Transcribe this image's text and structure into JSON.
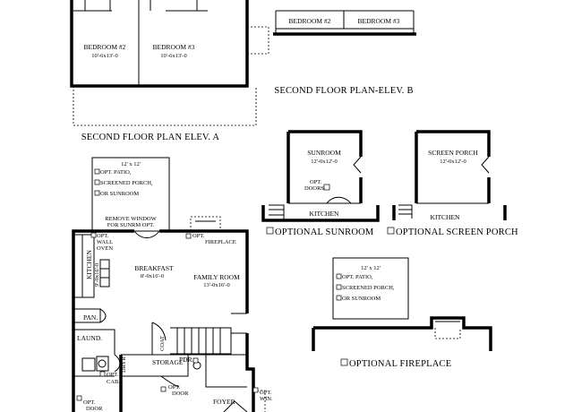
{
  "captions": {
    "second_floor_a": "SECOND FLOOR PLAN ELEV. A",
    "second_floor_b": "SECOND FLOOR PLAN-ELEV. B",
    "optional_sunroom": "OPTIONAL SUNROOM",
    "optional_screen_porch": "OPTIONAL SCREEN PORCH",
    "optional_fireplace": "OPTIONAL FIREPLACE"
  },
  "plan_a": {
    "bedroom2": {
      "name": "BEDROOM #2",
      "dim": "10'-6x13'-0"
    },
    "bedroom3": {
      "name": "BEDROOM #3",
      "dim": "10'-6x13'-0"
    }
  },
  "plan_b": {
    "bedroom2": "BEDROOM #2",
    "bedroom3": "BEDROOM #3"
  },
  "sunroom": {
    "name": "SUNROOM",
    "dim": "12'-0x12'-0",
    "opt_doors_1": "OPT.",
    "opt_doors_2": "DOORS",
    "kitchen": "KITCHEN"
  },
  "screen_porch": {
    "name": "SCREEN PORCH",
    "dim": "12'-0x12'-0",
    "kitchen": "KITCHEN"
  },
  "main_options": {
    "size": "12' x 12'",
    "opt1": "OPT. PATIO,",
    "opt2": "SCREENED PORCH,",
    "opt3": "OR SUNROOM"
  },
  "fireplace_options": {
    "size": "12' x 12'",
    "opt1": "OPT. PATIO,",
    "opt2": "SCREENED PORCH,",
    "opt3": "OR SUNROOM"
  },
  "first_floor": {
    "remove_window_1": "REMOVE WINDOW",
    "remove_window_2": "FOR SUNRM OPT.",
    "opt_wall_oven_1": "OPT.",
    "opt_wall_oven_2": "WALL",
    "opt_wall_oven_3": "OVEN",
    "opt_fireplace_1": "OPT.",
    "opt_fireplace_2": "FIREPLACE",
    "kitchen": "KITCHEN",
    "kitchen_dim": "9'-0x16'-0",
    "breakfast": "BREAKFAST",
    "breakfast_dim": "8'-0x16'-0",
    "family_room": "FAMILY ROOM",
    "family_room_dim": "13'-0x16'-0",
    "pan": "PAN.",
    "laund": "LAUND.",
    "coat": "COAT",
    "dryer": "DRYR",
    "storage": "STORAGE",
    "pdr": "PDR.",
    "opt_cab_1": "OPT.",
    "opt_cab_2": "CAB.",
    "opt_door_1": "OPT.",
    "opt_door_2": "DOOR",
    "opt_door_b1": "OPT.",
    "opt_door_b2": "DOOR",
    "foyer": "FOYER",
    "opt_win_1": "OPT.",
    "opt_win_2": "WIN."
  }
}
